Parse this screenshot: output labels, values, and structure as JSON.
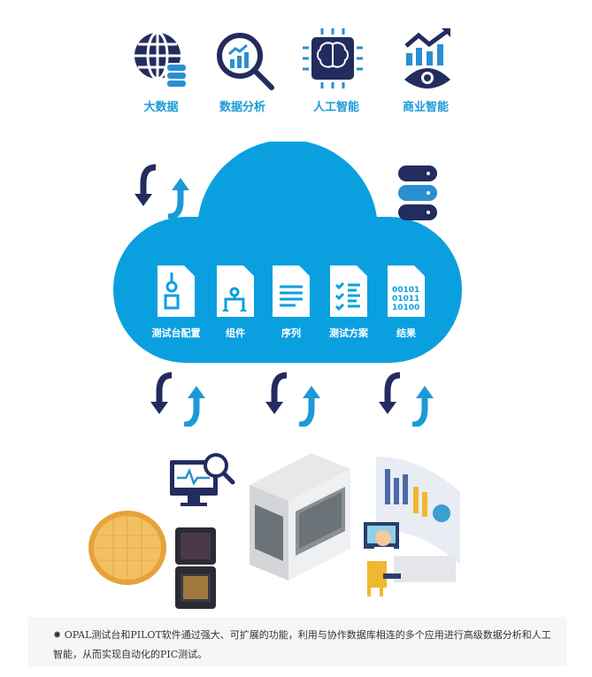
{
  "top_icons": [
    {
      "icon": "globe-database-icon",
      "label": "大数据"
    },
    {
      "icon": "magnifier-chart-icon",
      "label": "数据分析"
    },
    {
      "icon": "brain-chip-icon",
      "label": "人工智能"
    },
    {
      "icon": "eye-chart-icon",
      "label": "商业智能"
    }
  ],
  "cloud_docs": [
    {
      "icon": "testbench-config-doc-icon",
      "label": "测试台配置"
    },
    {
      "icon": "component-doc-icon",
      "label": "组件"
    },
    {
      "icon": "sequence-doc-icon",
      "label": "序列"
    },
    {
      "icon": "test-plan-doc-icon",
      "label": "测试方案"
    },
    {
      "icon": "results-doc-icon",
      "label": "结果",
      "binary": [
        "00101",
        "01011",
        "10100"
      ]
    }
  ],
  "colors": {
    "navy": "#232c5e",
    "blue": "#1a9ad6",
    "cloud": "#0aa0e0"
  },
  "note": "✸ OPAL测试台和PILOT软件通过强大、可扩展的功能，利用与协作数据库相连的多个应用进行高级数据分析和人工智能，从而实现自动化的PIC测试。"
}
